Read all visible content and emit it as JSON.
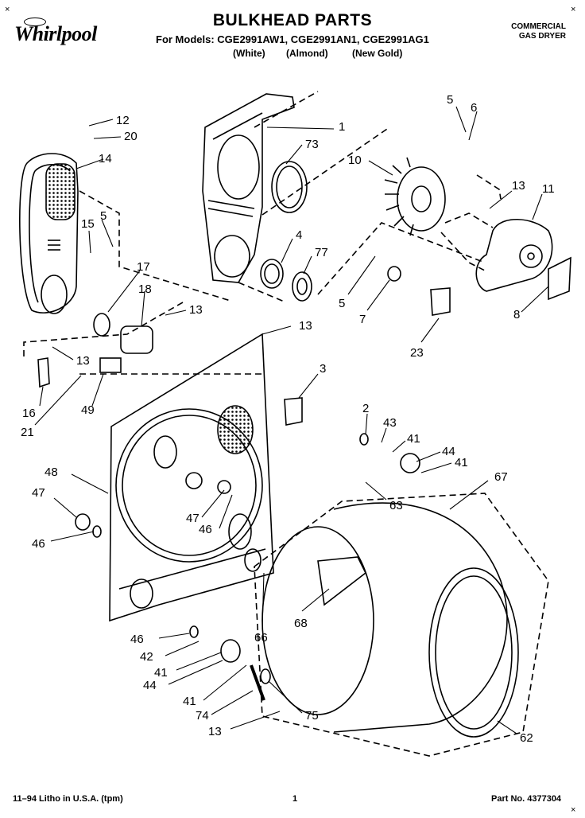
{
  "header": {
    "brand": "Whirlpool",
    "title": "BULKHEAD PARTS",
    "models_line": "For Models: CGE2991AW1, CGE2991AN1, CGE2991AG1",
    "color_white": "(White)",
    "color_almond": "(Almond)",
    "color_gold": "(New Gold)",
    "product_line1": "COMMERCIAL",
    "product_line2": "GAS DRYER",
    "corner_mark": "×"
  },
  "callouts": {
    "c12": "12",
    "c20": "20",
    "c14": "14",
    "c15": "15",
    "c5a": "5",
    "c17": "17",
    "c18": "18",
    "c13a": "13",
    "c13b": "13",
    "c16": "16",
    "c49": "49",
    "c21": "21",
    "c1": "1",
    "c73": "73",
    "c4": "4",
    "c77": "77",
    "c13c": "13",
    "c3": "3",
    "c5b": "5",
    "c6": "6",
    "c10": "10",
    "c13d": "13",
    "c11": "11",
    "c5c": "5",
    "c7": "7",
    "c8": "8",
    "c23": "23",
    "c2": "2",
    "c43": "43",
    "c41a": "41",
    "c44a": "44",
    "c41b": "41",
    "c67": "67",
    "c63": "63",
    "c48": "48",
    "c47a": "47",
    "c47b": "47",
    "c46a": "46",
    "c46b": "46",
    "c68": "68",
    "c66": "66",
    "c46c": "46",
    "c42": "42",
    "c41c": "41",
    "c44b": "44",
    "c41d": "41",
    "c74": "74",
    "c75": "75",
    "c13e": "13",
    "c62": "62"
  },
  "footer": {
    "litho": "11–94 Litho in U.S.A. (tpm)",
    "page": "1",
    "part_no": "Part No. 4377304"
  }
}
